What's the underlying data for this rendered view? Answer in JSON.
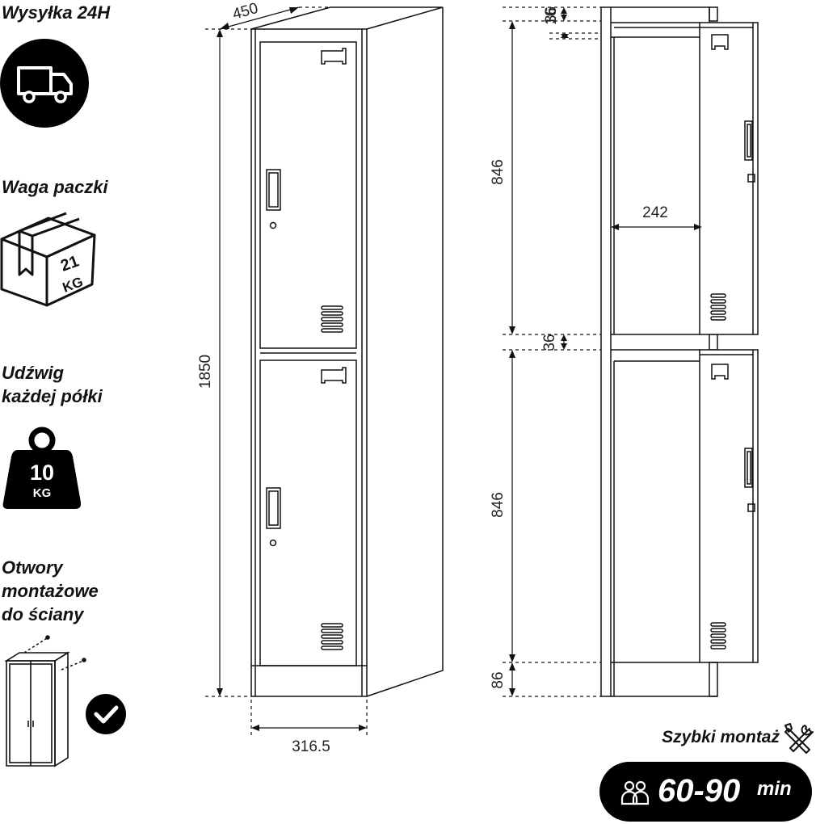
{
  "features": [
    {
      "id": "shipping",
      "title": "Wysyłka 24H",
      "icon": "delivery-truck-icon"
    },
    {
      "id": "package-weight",
      "title": "Waga paczki",
      "icon": "package-box-icon",
      "badge_value": "21",
      "badge_unit": "KG"
    },
    {
      "id": "shelf-load",
      "title": "Udźwig\nkażdej półki",
      "icon": "weight-icon",
      "badge_value": "10",
      "badge_unit": "KG"
    },
    {
      "id": "wall-holes",
      "title": "Otwory\nmontażowe\ndo ściany",
      "icon": "wall-mount-cabinet-icon",
      "status_icon": "checkmark-icon"
    }
  ],
  "front_view": {
    "dimensions": {
      "depth": "450",
      "height": "1850",
      "width": "316.5"
    }
  },
  "side_view": {
    "dimensions": {
      "top_a": "16",
      "top_b": "36",
      "compartment_top": "846",
      "inner_width": "242",
      "middle_gap": "36",
      "compartment_bottom": "846",
      "base": "86"
    }
  },
  "assembly": {
    "title": "Szybki montaż",
    "title_icon": "tools-icon",
    "people_icon": "people-icon",
    "time_range": "60-90",
    "time_unit": "min"
  },
  "colors": {
    "line": "#111111",
    "badge": "#000000",
    "text": "#111111"
  }
}
